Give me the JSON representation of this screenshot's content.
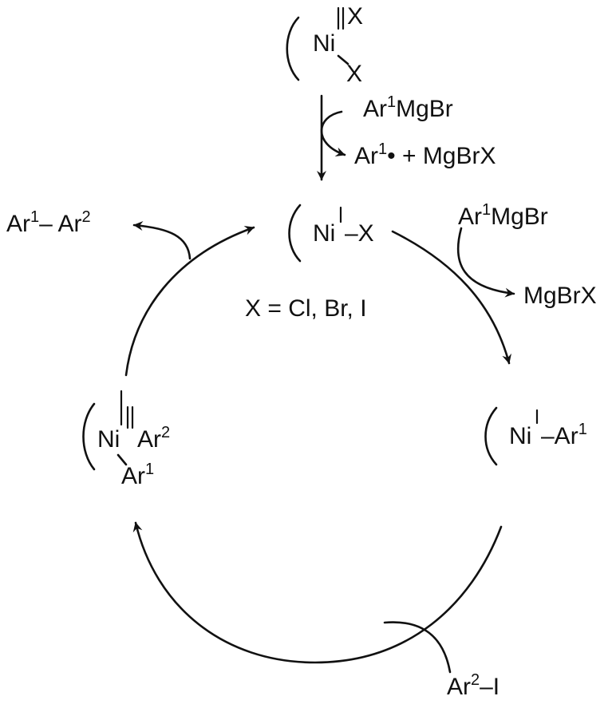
{
  "species": {
    "precatalyst": {
      "metal": "Ni",
      "ox": "II",
      "ligand_a": "X",
      "ligand_b": "X"
    },
    "ni1_halide": {
      "metal": "Ni",
      "ox": "I",
      "ligand": "–X"
    },
    "ni1_aryl": {
      "metal": "Ni",
      "ox": "I",
      "ligand": "–Ar",
      "ligand_sup": "1"
    },
    "ni3": {
      "metal": "Ni",
      "ox": "III",
      "ligand_a": "Ar",
      "ligand_a_sup": "2",
      "ligand_b": "Ar",
      "ligand_b_sup": "1"
    }
  },
  "reagents": {
    "activation_in": {
      "pre": "Ar",
      "sup": "1",
      "post": "MgBr"
    },
    "activation_out": {
      "pre": "Ar",
      "sup": "1",
      "post": "•  +  MgBrX"
    },
    "transmetal_in": {
      "pre": "Ar",
      "sup": "1",
      "post": "MgBr"
    },
    "transmetal_out": "MgBrX",
    "oxadd_in": {
      "pre": "Ar",
      "sup": "2",
      "post": "–I"
    },
    "product": {
      "a": "Ar",
      "a_sup": "1",
      "mid": "– Ar",
      "b_sup": "2"
    }
  },
  "note": "X = Cl, Br, I"
}
